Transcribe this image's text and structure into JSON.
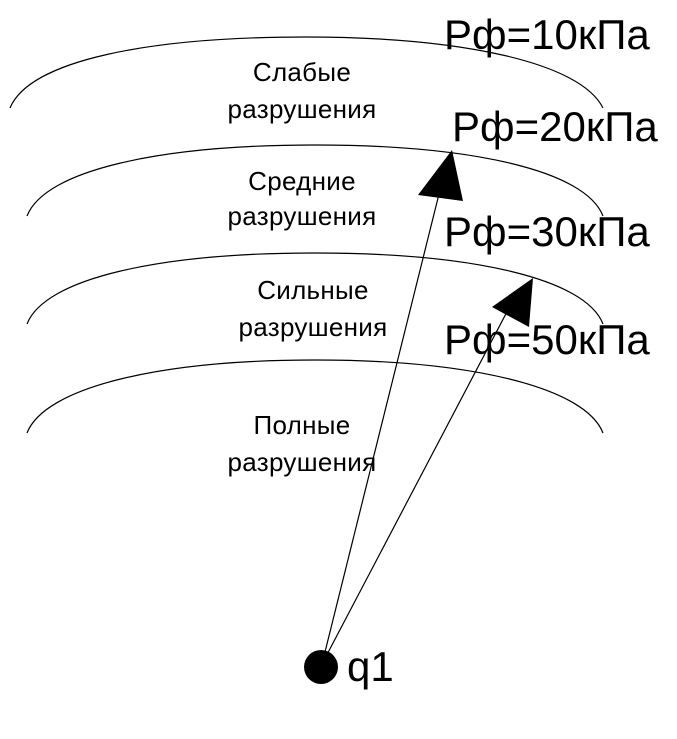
{
  "zones": [
    {
      "line1": "Слабые",
      "line2": "разрушения"
    },
    {
      "line1": "Средние",
      "line2": "разрушения"
    },
    {
      "line1": "Сильные",
      "line2": "разрушения"
    },
    {
      "line1": "Полные",
      "line2": "разрушения"
    }
  ],
  "pressures": [
    "Рф=10кПа",
    "Рф=20кПа",
    "Рф=30кПа",
    "Рф=50кПа"
  ],
  "source": {
    "label": "q1"
  },
  "colors": {
    "ink": "#000000",
    "background": "#ffffff"
  }
}
